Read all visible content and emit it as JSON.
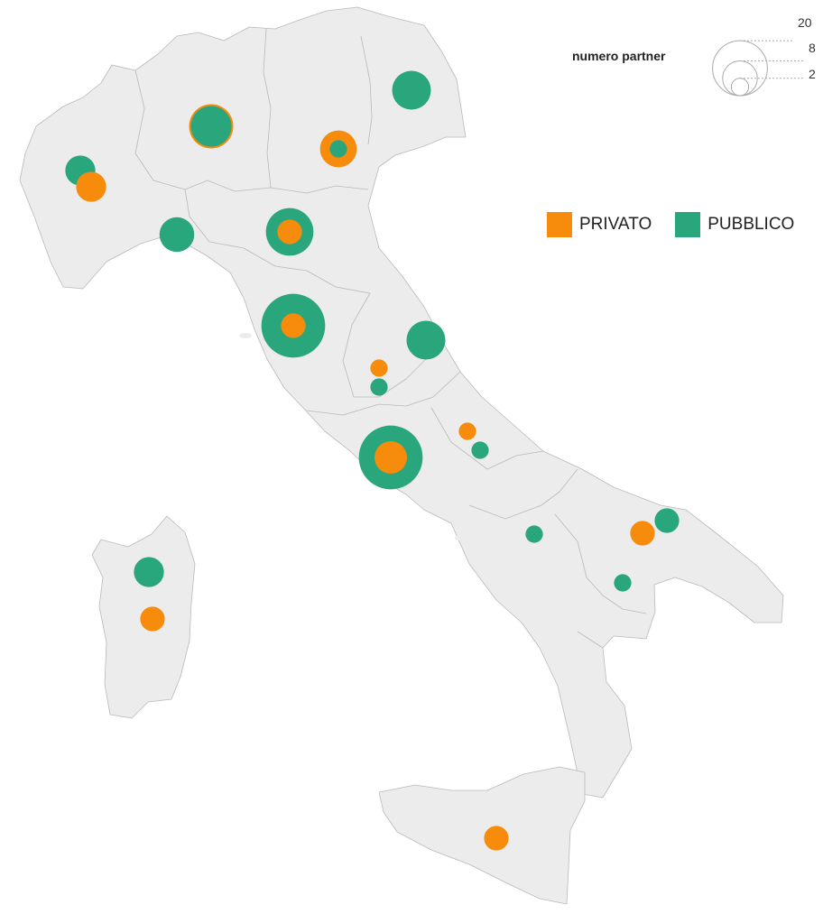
{
  "colors": {
    "privato": "#f78b0b",
    "pubblico": "#2aa67c",
    "land": "#ececec",
    "border": "#b9b9b9"
  },
  "size_legend": {
    "title": "numero partner",
    "ticks": [
      {
        "value": 20,
        "label": "20"
      },
      {
        "value": 8,
        "label": "8"
      },
      {
        "value": 2,
        "label": "2"
      }
    ]
  },
  "color_legend": [
    {
      "key": "privato",
      "label": "PRIVATO",
      "icon": "orange-square-icon"
    },
    {
      "key": "pubblico",
      "label": "PUBBLICO",
      "icon": "green-square-icon"
    }
  ],
  "symbols": [
    {
      "name": "piemonte-pubblico",
      "type": "pubblico",
      "partners": 6
    },
    {
      "name": "piemonte-privato",
      "type": "privato",
      "partners": 6
    },
    {
      "name": "liguria-pubblico",
      "type": "pubblico",
      "partners": 8
    },
    {
      "name": "lombardia-privato",
      "type": "privato",
      "partners": 13
    },
    {
      "name": "lombardia-pubblico",
      "type": "pubblico",
      "partners": 11
    },
    {
      "name": "veneto-privato",
      "type": "privato",
      "partners": 9
    },
    {
      "name": "veneto-pubblico",
      "type": "pubblico",
      "partners": 2
    },
    {
      "name": "friuli-pubblico",
      "type": "pubblico",
      "partners": 10
    },
    {
      "name": "emilia-pubblico",
      "type": "pubblico",
      "partners": 15
    },
    {
      "name": "emilia-privato",
      "type": "privato",
      "partners": 4
    },
    {
      "name": "toscana-pubblico",
      "type": "pubblico",
      "partners": 27
    },
    {
      "name": "toscana-privato",
      "type": "privato",
      "partners": 4
    },
    {
      "name": "marche-pubblico",
      "type": "pubblico",
      "partners": 10
    },
    {
      "name": "umbria-privato",
      "type": "privato",
      "partners": 2
    },
    {
      "name": "umbria-pubblico",
      "type": "pubblico",
      "partners": 2
    },
    {
      "name": "lazio-pubblico",
      "type": "pubblico",
      "partners": 27
    },
    {
      "name": "lazio-privato",
      "type": "privato",
      "partners": 7
    },
    {
      "name": "abruzzo-privato",
      "type": "privato",
      "partners": 2
    },
    {
      "name": "molise-pubblico",
      "type": "pubblico",
      "partners": 2
    },
    {
      "name": "campania-pubblico",
      "type": "pubblico",
      "partners": 2
    },
    {
      "name": "puglia-pubblico",
      "type": "pubblico",
      "partners": 4
    },
    {
      "name": "puglia-privato",
      "type": "privato",
      "partners": 4
    },
    {
      "name": "basilicata-pubblico",
      "type": "pubblico",
      "partners": 2
    },
    {
      "name": "sardegna-pubblico",
      "type": "pubblico",
      "partners": 6
    },
    {
      "name": "sardegna-privato",
      "type": "privato",
      "partners": 4
    },
    {
      "name": "sicilia-privato",
      "type": "privato",
      "partners": 4
    }
  ]
}
